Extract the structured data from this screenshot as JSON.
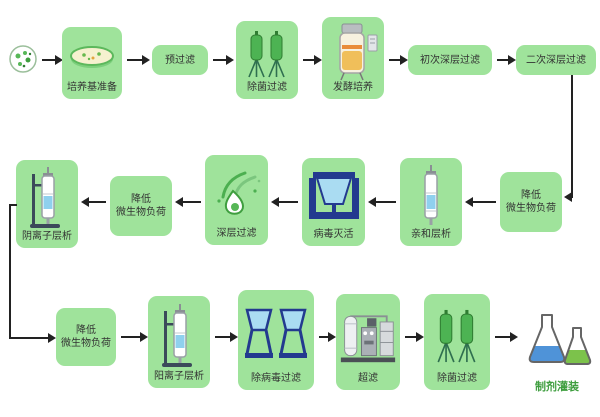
{
  "colors": {
    "box-green": "#9fe39b",
    "label-dark": "#333333",
    "arrow-black": "#222222",
    "fill-label-green": "#3f9e3f"
  },
  "nodes": {
    "start_cells": {
      "icon": "cells-culture"
    },
    "medium_prep": {
      "label": "培养基准备",
      "icon": "petri-dish"
    },
    "pre_filter": {
      "label": "预过滤"
    },
    "sterile_filter_1": {
      "label": "除菌过滤",
      "icon": "filter-capsules"
    },
    "fermentation": {
      "label": "发酵培养",
      "icon": "bioreactor"
    },
    "primary_depth_filter": {
      "label": "初次深层过滤"
    },
    "secondary_depth_filter": {
      "label": "二次深层过滤"
    },
    "bioburden_reduction_1": {
      "label": "降低\n微生物负荷"
    },
    "affinity_chromatography": {
      "label": "亲和层析",
      "icon": "chromatography-column"
    },
    "virus_inactivation": {
      "label": "病毒灭活",
      "icon": "virus-inactivation-unit"
    },
    "depth_filtration": {
      "label": "深层过滤",
      "icon": "leaf-droplet"
    },
    "bioburden_reduction_2": {
      "label": "降低\n微生物负荷"
    },
    "anion_exchange_chromatography": {
      "label": "阴离子层析",
      "icon": "chromatography-column-stand"
    },
    "bioburden_reduction_3": {
      "label": "降低\n微生物负荷"
    },
    "cation_exchange_chromatography": {
      "label": "阳离子层析",
      "icon": "chromatography-column-stand"
    },
    "virus_removal_filtration": {
      "label": "除病毒过滤",
      "icon": "virus-filter-housings"
    },
    "ultrafiltration": {
      "label": "超滤",
      "icon": "ultrafiltration-skid"
    },
    "sterile_filter_2": {
      "label": "除菌过滤",
      "icon": "filter-capsules"
    },
    "formulation_filling": {
      "label": "制剂灌装",
      "icon": "flasks"
    }
  }
}
